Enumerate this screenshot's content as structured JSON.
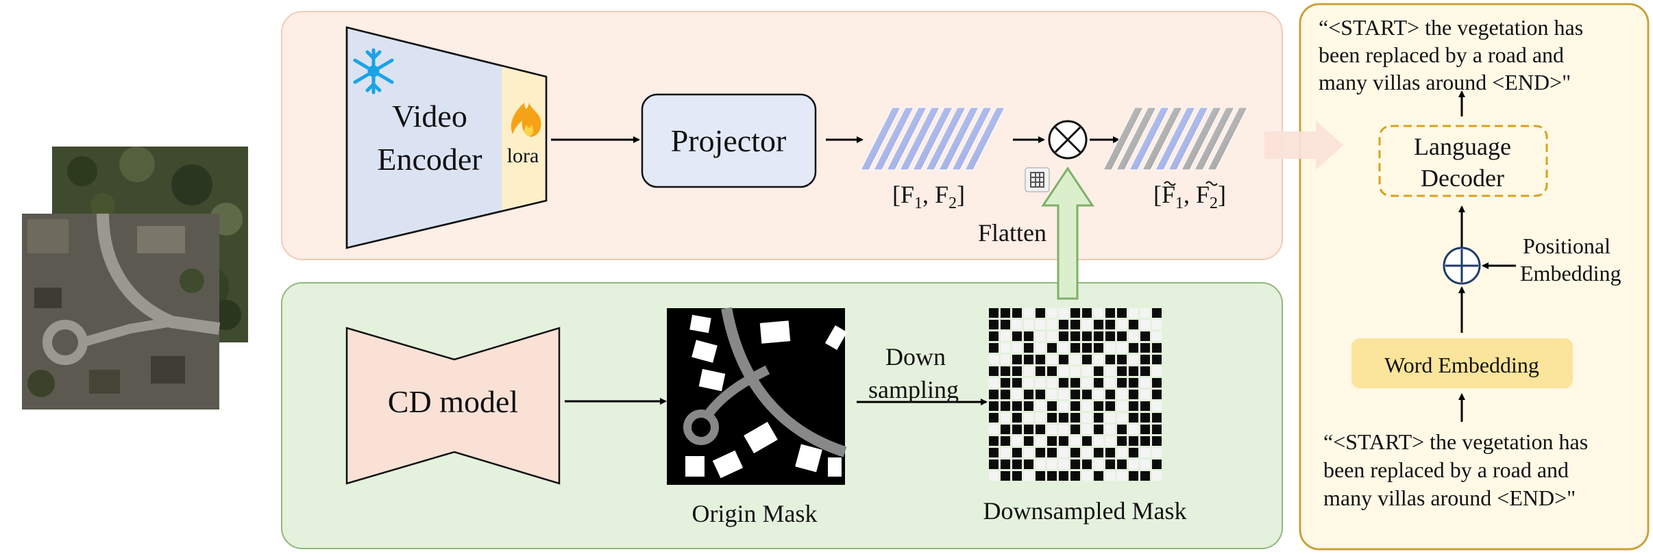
{
  "encoder": {
    "label_line1": "Video",
    "label_line2": "Encoder",
    "adapter_label": "lora",
    "frozen_icon": "snowflake-icon",
    "trainable_icon": "fire-icon"
  },
  "projector": {
    "label": "Projector"
  },
  "features": {
    "label_prefix": "[F",
    "sub1": "1",
    "sep": ", F",
    "sub2": "2",
    "label_suffix": "]"
  },
  "fused_features": {
    "label_prefix": "[F",
    "sub1": "1",
    "sep": ", F",
    "sub2": "2",
    "label_suffix": "]"
  },
  "flatten": {
    "label": "Flatten",
    "icon": "flatten-icon"
  },
  "cd_model": {
    "label": "CD model"
  },
  "origin_mask": {
    "label": "Origin Mask"
  },
  "downsampling": {
    "line1": "Down",
    "line2": "sampling"
  },
  "downsampled_mask": {
    "label": "Downsampled Mask"
  },
  "decoder": {
    "label_line1": "Language",
    "label_line2": "Decoder"
  },
  "positional": {
    "line1": "Positional",
    "line2": "Embedding"
  },
  "word_embedding": {
    "label": "Word Embedding"
  },
  "output_caption": {
    "line1": "“<START> the vegetation has",
    "line2": "been replaced by a road and",
    "line3": "many villas around <END>\""
  },
  "input_caption": {
    "line1": "“<START> the vegetation has",
    "line2": "been replaced by a road and",
    "line3": "many villas around <END>\""
  },
  "colors": {
    "top_panel": "#fdeee6",
    "top_border": "#f3cbb5",
    "bottom_panel": "#e4f1dc",
    "bottom_border": "#8fb87a",
    "right_panel": "#fff9e6",
    "right_border": "#c9a23a",
    "encoder_fill": "#dbe3f3",
    "lora_fill": "#fdf0c9",
    "projector_fill": "#e3e9f6",
    "cd_fill": "#f9e1d6",
    "word_embed_fill": "#fbe49b",
    "feature_blue": "#a9b6e6",
    "feature_gray": "#a8a8a8",
    "snowflake": "#1aa3e8",
    "flame": "#f5a316"
  }
}
